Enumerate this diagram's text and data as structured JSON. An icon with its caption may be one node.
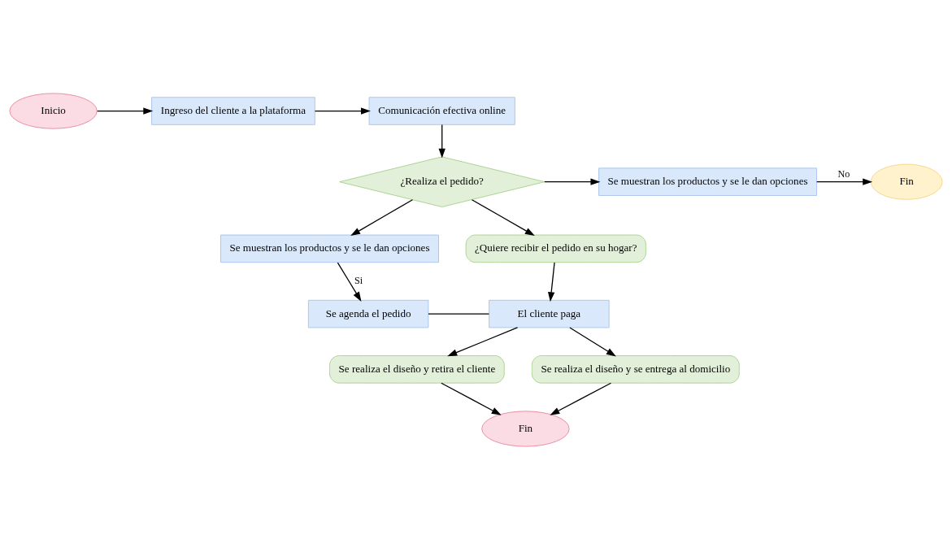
{
  "diagram": {
    "nodes": [
      {
        "text": [
          "Inicio"
        ]
      },
      {
        "text": [
          "Ingreso del cliente a la plataforma"
        ]
      },
      {
        "text": [
          "Comunicación efectiva online"
        ]
      },
      {
        "text": [
          "¿Realiza el pedido?"
        ]
      },
      {
        "text": [
          "Se muestran los productos y se le dan opciones"
        ]
      },
      {
        "text": [
          "Fin"
        ]
      },
      {
        "text": [
          "Fin"
        ]
      },
      {
        "text": [
          "Se muestran los productos y se le dan opciones"
        ]
      },
      {
        "text": [
          "Se realiza el diseño y retira el cliente"
        ]
      },
      {
        "text": [
          "Se agenda el pedido"
        ]
      },
      {
        "text": [
          "El cliente paga"
        ]
      },
      {
        "text": [
          "Se realiza el diseño y se entrega al domicilio"
        ]
      },
      {
        "text": [
          "¿Quiere recibir el pedido en su hogar?"
        ]
      }
    ],
    "edges": [
      {
        "from": 0,
        "to": 1,
        "arrow": "to"
      },
      {
        "from": 1,
        "to": 2,
        "arrow": "to"
      },
      {
        "from": 2,
        "to": 3,
        "arrow": "to"
      },
      {
        "from": 3,
        "to": 4,
        "arrow": "to"
      },
      {
        "from": 4,
        "to": 5,
        "arrow": "to",
        "label": "No"
      },
      {
        "from": 3,
        "to": 7,
        "arrow": "to"
      },
      {
        "from": 7,
        "to": 9,
        "arrow": "to",
        "label": "Si"
      },
      {
        "from": 3,
        "to": 12,
        "arrow": "to"
      },
      {
        "from": 9,
        "to": 10,
        "arrow": "none"
      },
      {
        "from": 12,
        "to": 10,
        "arrow": "to"
      },
      {
        "from": 10,
        "to": 8,
        "arrow": "to"
      },
      {
        "from": 10,
        "to": 11,
        "arrow": "to"
      },
      {
        "from": 8,
        "to": 6,
        "arrow": "to"
      },
      {
        "from": 11,
        "to": 6,
        "arrow": "to"
      }
    ]
  }
}
